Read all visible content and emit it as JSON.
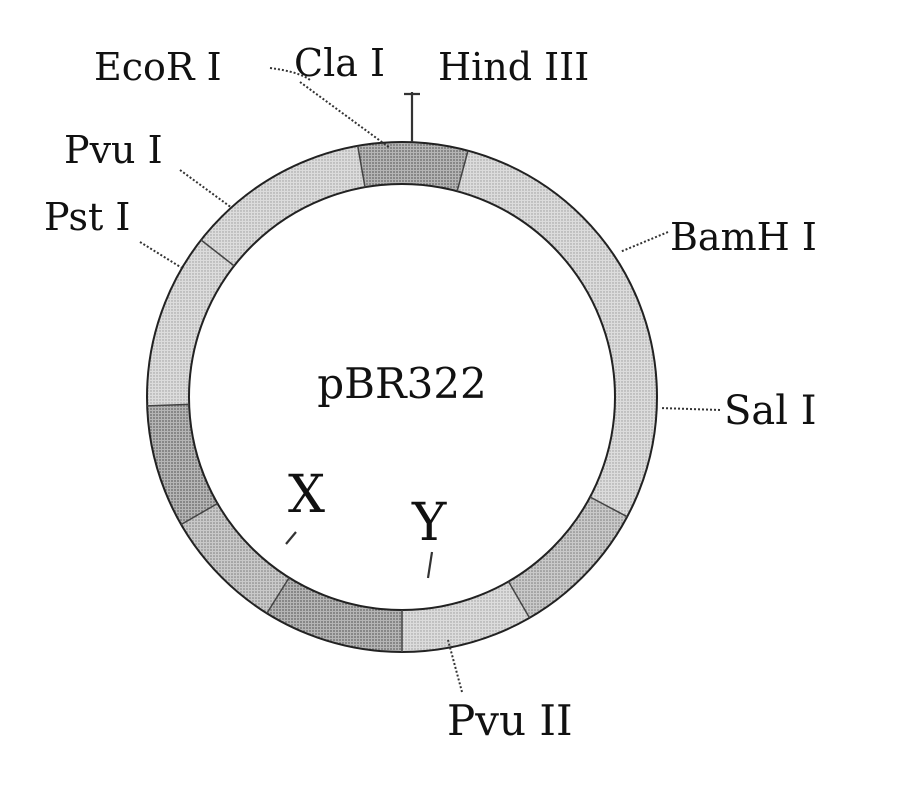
{
  "diagram": {
    "plasmid_name": "pBR322",
    "sites": {
      "ecor1": "EcoR I",
      "cla1": "Cla I",
      "hind3": "Hind III",
      "pvu1": "Pvu I",
      "pst1": "Pst I",
      "bamh1": "BamH I",
      "sal1": "Sal I",
      "pvu2": "Pvu II"
    },
    "markers": {
      "x": "X",
      "y": "Y"
    },
    "colors": {
      "ring_light": "#d4d4d4",
      "ring_mid": "#bdbdbd",
      "ring_dark": "#a9a9a9",
      "outline": "#222222",
      "text": "#111111"
    }
  }
}
